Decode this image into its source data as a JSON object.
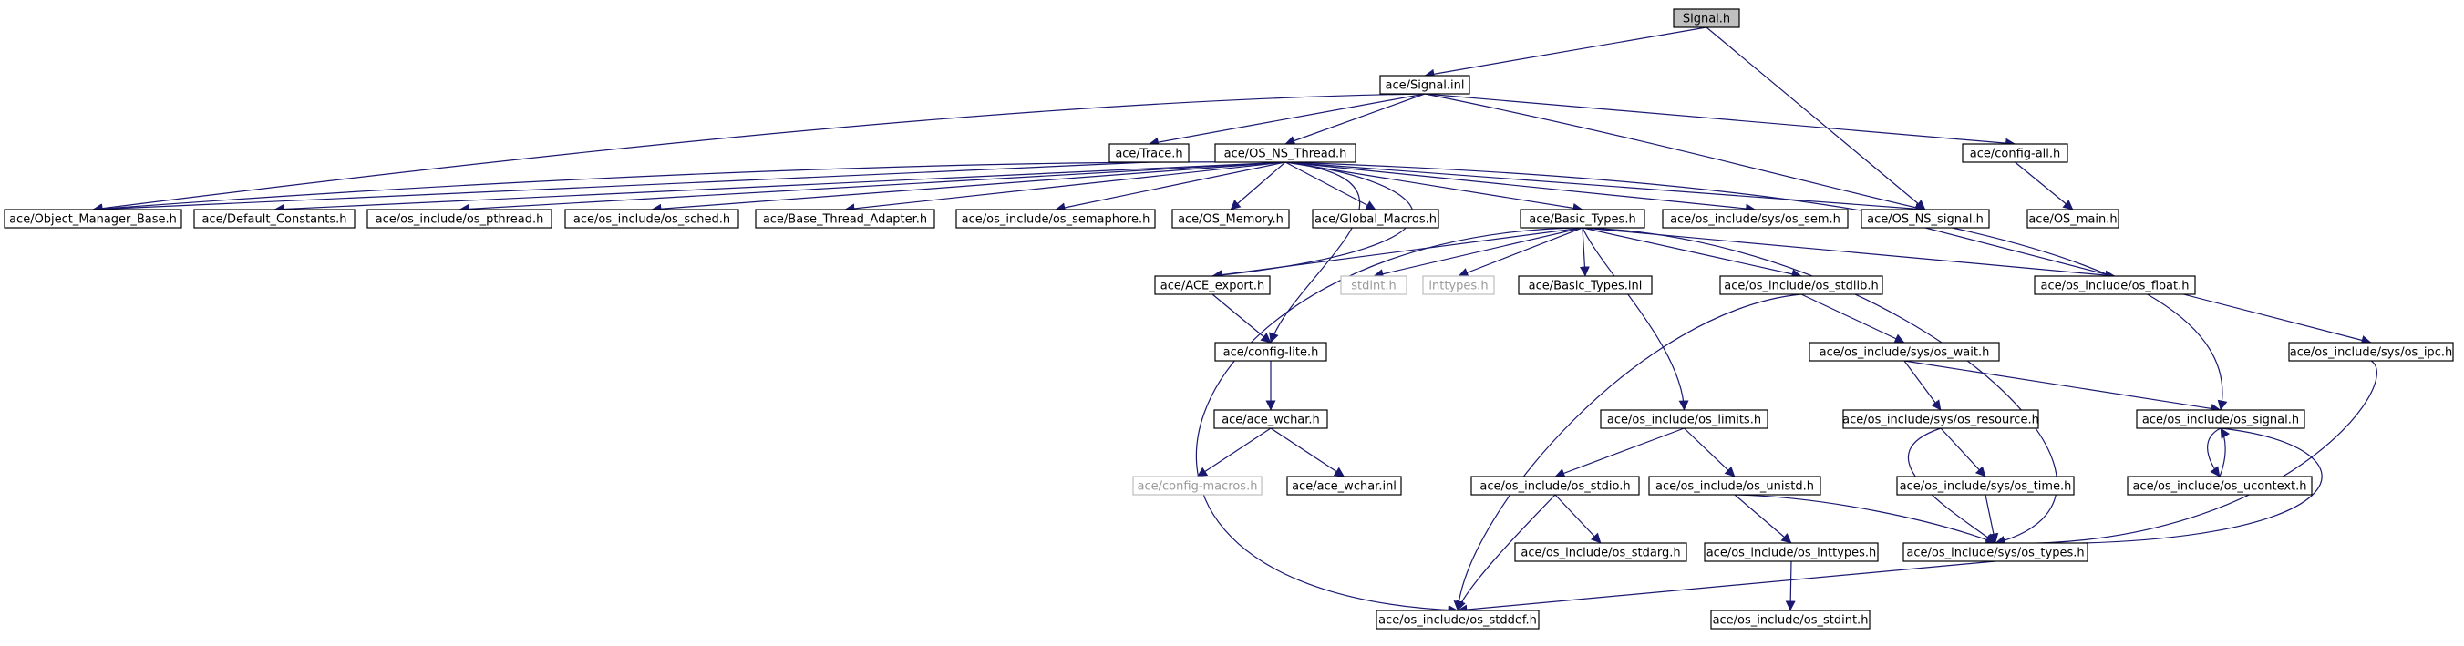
{
  "graph": {
    "edge_color": "#191970",
    "root_fill": "#bfbfbf",
    "nodes": [
      {
        "id": "signal_h",
        "label": "Signal.h",
        "kind": "root"
      },
      {
        "id": "signal_inl",
        "label": "ace/Signal.inl"
      },
      {
        "id": "trace_h",
        "label": "ace/Trace.h"
      },
      {
        "id": "os_ns_thread_h",
        "label": "ace/OS_NS_Thread.h"
      },
      {
        "id": "config_all_h",
        "label": "ace/config-all.h"
      },
      {
        "id": "object_manager_base_h",
        "label": "ace/Object_Manager_Base.h"
      },
      {
        "id": "default_constants_h",
        "label": "ace/Default_Constants.h"
      },
      {
        "id": "os_pthread_h",
        "label": "ace/os_include/os_pthread.h"
      },
      {
        "id": "os_sched_h",
        "label": "ace/os_include/os_sched.h"
      },
      {
        "id": "base_thread_adapter_h",
        "label": "ace/Base_Thread_Adapter.h"
      },
      {
        "id": "os_semaphore_h",
        "label": "ace/os_include/os_semaphore.h"
      },
      {
        "id": "os_memory_h",
        "label": "ace/OS_Memory.h"
      },
      {
        "id": "global_macros_h",
        "label": "ace/Global_Macros.h"
      },
      {
        "id": "basic_types_h",
        "label": "ace/Basic_Types.h"
      },
      {
        "id": "os_sem_h",
        "label": "ace/os_include/sys/os_sem.h"
      },
      {
        "id": "os_ns_signal_h",
        "label": "ace/OS_NS_signal.h"
      },
      {
        "id": "os_main_h",
        "label": "ace/OS_main.h"
      },
      {
        "id": "ace_export_h",
        "label": "ace/ACE_export.h"
      },
      {
        "id": "stdint_h",
        "label": "stdint.h",
        "kind": "ghost"
      },
      {
        "id": "inttypes_h",
        "label": "inttypes.h",
        "kind": "ghost"
      },
      {
        "id": "basic_types_inl",
        "label": "ace/Basic_Types.inl"
      },
      {
        "id": "os_stdlib_h",
        "label": "ace/os_include/os_stdlib.h"
      },
      {
        "id": "os_float_h",
        "label": "ace/os_include/os_float.h"
      },
      {
        "id": "config_lite_h",
        "label": "ace/config-lite.h"
      },
      {
        "id": "os_wait_h",
        "label": "ace/os_include/sys/os_wait.h"
      },
      {
        "id": "os_ipc_h",
        "label": "ace/os_include/sys/os_ipc.h"
      },
      {
        "id": "ace_wchar_h",
        "label": "ace/ace_wchar.h"
      },
      {
        "id": "os_limits_h",
        "label": "ace/os_include/os_limits.h"
      },
      {
        "id": "os_resource_h",
        "label": "ace/os_include/sys/os_resource.h"
      },
      {
        "id": "os_signal_h",
        "label": "ace/os_include/os_signal.h"
      },
      {
        "id": "config_macros_h",
        "label": "ace/config-macros.h",
        "kind": "ghost"
      },
      {
        "id": "ace_wchar_inl",
        "label": "ace/ace_wchar.inl"
      },
      {
        "id": "os_stdio_h",
        "label": "ace/os_include/os_stdio.h"
      },
      {
        "id": "os_unistd_h",
        "label": "ace/os_include/os_unistd.h"
      },
      {
        "id": "os_time_h",
        "label": "ace/os_include/sys/os_time.h"
      },
      {
        "id": "os_ucontext_h",
        "label": "ace/os_include/os_ucontext.h"
      },
      {
        "id": "os_stdarg_h",
        "label": "ace/os_include/os_stdarg.h"
      },
      {
        "id": "os_inttypes_h",
        "label": "ace/os_include/os_inttypes.h"
      },
      {
        "id": "os_types_h",
        "label": "ace/os_include/sys/os_types.h"
      },
      {
        "id": "os_stddef_h",
        "label": "ace/os_include/os_stddef.h"
      },
      {
        "id": "os_stdint_h",
        "label": "ace/os_include/os_stdint.h"
      }
    ],
    "edges": [
      [
        "signal_h",
        "signal_inl"
      ],
      [
        "signal_h",
        "os_ns_signal_h"
      ],
      [
        "signal_inl",
        "trace_h"
      ],
      [
        "signal_inl",
        "os_ns_thread_h"
      ],
      [
        "signal_inl",
        "config_all_h"
      ],
      [
        "signal_inl",
        "object_manager_base_h"
      ],
      [
        "signal_inl",
        "os_ns_signal_h"
      ],
      [
        "trace_h",
        "object_manager_base_h"
      ],
      [
        "os_ns_thread_h",
        "object_manager_base_h"
      ],
      [
        "os_ns_thread_h",
        "default_constants_h"
      ],
      [
        "os_ns_thread_h",
        "os_pthread_h"
      ],
      [
        "os_ns_thread_h",
        "os_sched_h"
      ],
      [
        "os_ns_thread_h",
        "base_thread_adapter_h"
      ],
      [
        "os_ns_thread_h",
        "os_semaphore_h"
      ],
      [
        "os_ns_thread_h",
        "os_memory_h"
      ],
      [
        "os_ns_thread_h",
        "global_macros_h"
      ],
      [
        "os_ns_thread_h",
        "basic_types_h"
      ],
      [
        "os_ns_thread_h",
        "os_sem_h"
      ],
      [
        "os_ns_thread_h",
        "os_ns_signal_h"
      ],
      [
        "os_ns_thread_h",
        "ace_export_h"
      ],
      [
        "os_ns_thread_h",
        "config_lite_h"
      ],
      [
        "os_ns_thread_h",
        "os_signal_h"
      ],
      [
        "config_all_h",
        "os_main_h"
      ],
      [
        "basic_types_h",
        "ace_export_h"
      ],
      [
        "basic_types_h",
        "stdint_h"
      ],
      [
        "basic_types_h",
        "inttypes_h"
      ],
      [
        "basic_types_h",
        "basic_types_inl"
      ],
      [
        "basic_types_h",
        "os_stdlib_h"
      ],
      [
        "basic_types_h",
        "os_float_h"
      ],
      [
        "basic_types_h",
        "os_limits_h"
      ],
      [
        "basic_types_h",
        "os_types_h"
      ],
      [
        "basic_types_h",
        "os_stddef_h"
      ],
      [
        "os_ns_signal_h",
        "os_ipc_h"
      ],
      [
        "ace_export_h",
        "config_lite_h"
      ],
      [
        "config_lite_h",
        "ace_wchar_h"
      ],
      [
        "ace_wchar_h",
        "config_macros_h"
      ],
      [
        "ace_wchar_h",
        "ace_wchar_inl"
      ],
      [
        "os_stdlib_h",
        "os_wait_h"
      ],
      [
        "os_stdlib_h",
        "os_stddef_h"
      ],
      [
        "os_wait_h",
        "os_resource_h"
      ],
      [
        "os_wait_h",
        "os_signal_h"
      ],
      [
        "os_ipc_h",
        "os_types_h"
      ],
      [
        "os_limits_h",
        "os_stdio_h"
      ],
      [
        "os_limits_h",
        "os_unistd_h"
      ],
      [
        "os_resource_h",
        "os_time_h"
      ],
      [
        "os_resource_h",
        "os_types_h"
      ],
      [
        "os_signal_h",
        "os_ucontext_h"
      ],
      [
        "os_signal_h",
        "os_types_h"
      ],
      [
        "os_ucontext_h",
        "os_signal_h"
      ],
      [
        "os_time_h",
        "os_types_h"
      ],
      [
        "os_stdio_h",
        "os_stdarg_h"
      ],
      [
        "os_stdio_h",
        "os_stddef_h"
      ],
      [
        "os_unistd_h",
        "os_inttypes_h"
      ],
      [
        "os_unistd_h",
        "os_types_h"
      ],
      [
        "os_inttypes_h",
        "os_stdint_h"
      ],
      [
        "os_types_h",
        "os_stddef_h"
      ]
    ]
  }
}
